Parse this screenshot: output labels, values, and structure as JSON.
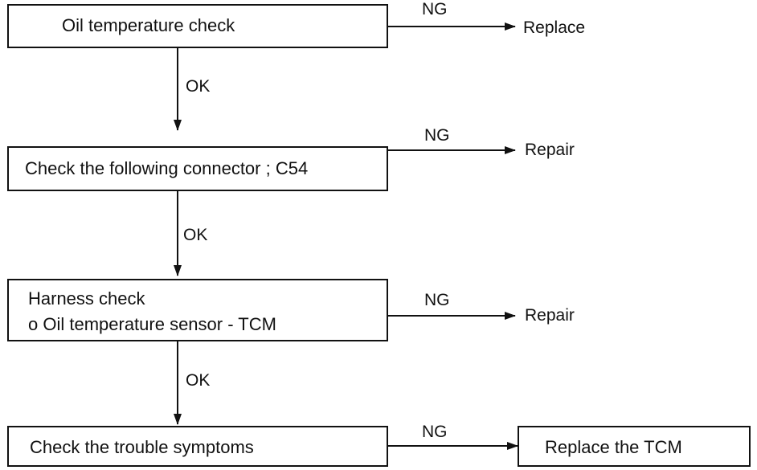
{
  "steps": [
    {
      "lines": [
        "Oil temperature check"
      ],
      "ng_label": "NG",
      "ng_action": "Replace"
    },
    {
      "lines": [
        "Check the following connector ; C54"
      ],
      "ng_label": "NG",
      "ng_action": "Repair"
    },
    {
      "lines": [
        "Harness check",
        "o Oil temperature sensor - TCM"
      ],
      "ng_label": "NG",
      "ng_action": "Repair"
    },
    {
      "lines": [
        "Check the trouble symptoms"
      ],
      "ng_label": "NG",
      "ng_action": "Replace the TCM"
    }
  ],
  "ok_labels": [
    "OK",
    "OK",
    "OK"
  ]
}
